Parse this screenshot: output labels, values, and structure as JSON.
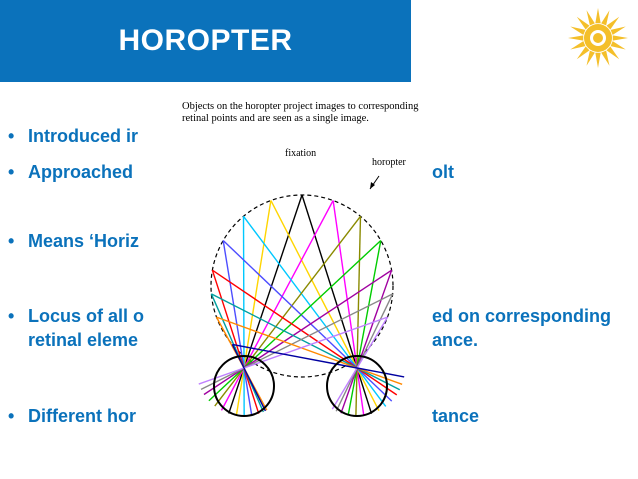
{
  "slide": {
    "title": "HOROPTER",
    "colors": {
      "banner": "#0b72bb",
      "bullet_text": "#0b72bb",
      "highlight": "#e00000",
      "logo": "#f4bf2a"
    },
    "logo_icon": "sun-logo-icon",
    "bullets": [
      {
        "marker": "•",
        "text": "Introduced ir"
      },
      {
        "marker": "•",
        "text": "Approached",
        "highlight": "olt"
      },
      {
        "marker": "•",
        "text": "Means ‘Horiz"
      },
      {
        "marker": "•",
        "text": "Locus of all o",
        "tail": "ed on corresponding",
        "line2": "retinal eleme",
        "line2_tail": "ance."
      },
      {
        "marker": "•",
        "text": "Different hor",
        "tail": "tance"
      }
    ]
  },
  "figure": {
    "caption": "Objects on the horopter project images to corresponding retinal points and are seen as a single image.",
    "label_fixation": "fixation",
    "label_horopter": "horopter"
  }
}
